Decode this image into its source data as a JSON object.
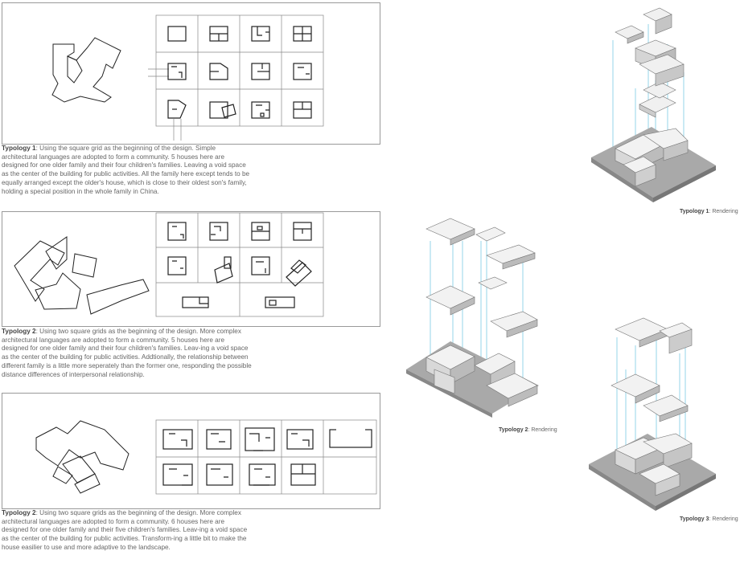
{
  "typology1": {
    "label": "Typology 1",
    "text": ": Using the square grid as the beginning of the design. Simple architectural languages are adopted to form a community. 5 houses here are designed for one older family and their four children's families. Leaving a void space as the center of the building for public activities. All the family here except tends to be equally arranged except the older's house, which is close to their oldest son's family, holding a special position in the whole family in China."
  },
  "typology2": {
    "label": "Typology 2",
    "text": ": Using two square grids as the beginning of the design. More complex architectural languages are adopted to form a community. 5 houses here are designed for one older family and their four children's families. Leav-ing a void space as the center of the building for public activities. Addtionally, the relationship between different family is a little more seperately than the former one, responding the possible distance differences of interpersonal relationship."
  },
  "typology3": {
    "label": "Typology 2",
    "text": ": Using two square grids as the beginning of the design. More complex architectural languages are adopted to form a community. 6 houses here are designed for one older family and their five children's families. Leav-ing a void space as the center of the building for public activities. Transform-ing a little bit to make the house easilier to use and more adaptive to the landscape."
  },
  "renderings": {
    "r1": {
      "label": "Typology 1",
      "suffix": ": Rendering"
    },
    "r2": {
      "label": "Typology 2",
      "suffix": ": Rendering"
    },
    "r3": {
      "label": "Typology 3",
      "suffix": ": Rendering"
    }
  }
}
